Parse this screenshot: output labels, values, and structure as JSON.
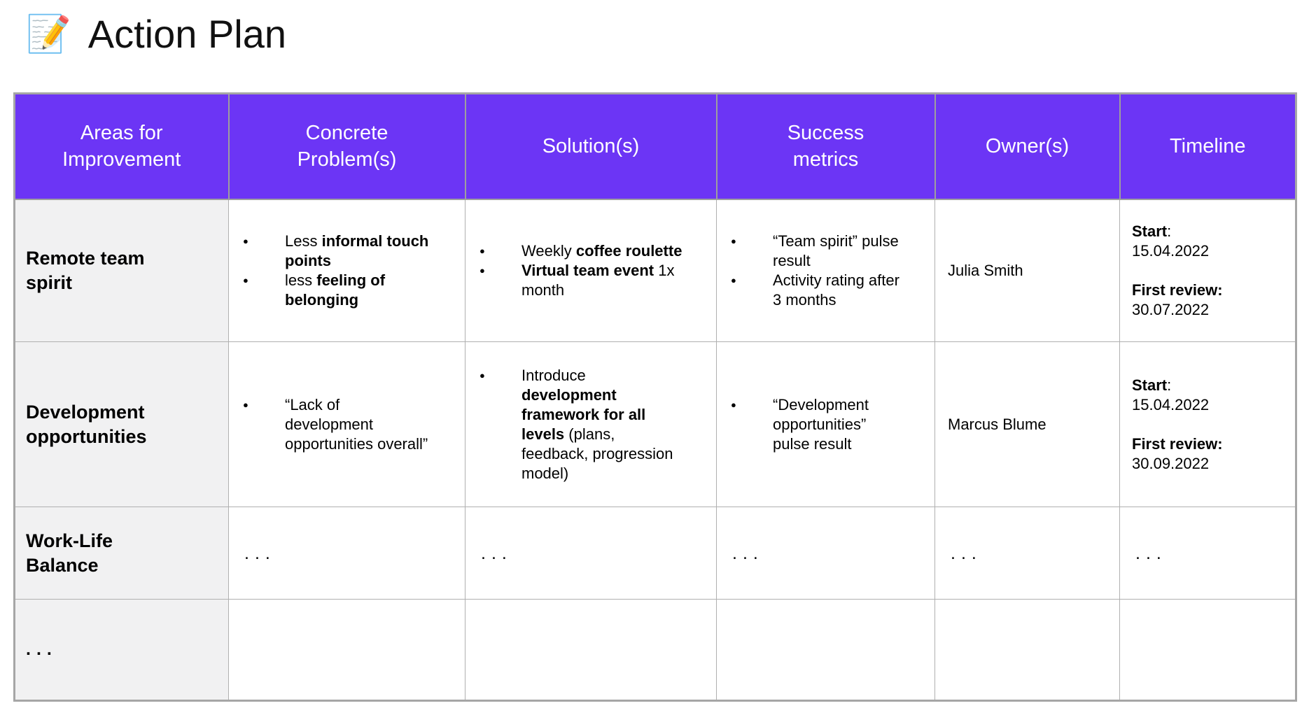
{
  "title": {
    "emoji": "📝",
    "text": "Action Plan"
  },
  "colors": {
    "header_bg": "#6C35F5",
    "header_text": "#FFFFFF",
    "label_bg": "#F1F1F2",
    "border": "#B0B0B0",
    "outer_border": "#A6A6A6",
    "text": "#000000"
  },
  "table": {
    "headers": [
      "Areas for Improvement",
      "Concrete Problem(s)",
      "Solution(s)",
      "Success metrics",
      "Owner(s)",
      "Timeline"
    ],
    "rows": [
      {
        "area": {
          "text": "Remote team spirit"
        },
        "problems": {
          "bullets": [
            [
              {
                "t": "Less ",
                "b": 0
              },
              {
                "t": "informal touch points",
                "b": 1
              }
            ],
            [
              {
                "t": "less ",
                "b": 0
              },
              {
                "t": "feeling of belonging",
                "b": 1
              }
            ]
          ]
        },
        "solutions": {
          "bullets": [
            [
              {
                "t": "Weekly ",
                "b": 0
              },
              {
                "t": "coffee roulette",
                "b": 1
              }
            ],
            [
              {
                "t": "Virtual team event",
                "b": 1
              },
              {
                "t": " 1x month",
                "b": 0
              }
            ]
          ]
        },
        "metrics": {
          "bullets": [
            [
              {
                "t": "“Team spirit” pulse result",
                "b": 0
              }
            ],
            [
              {
                "t": "Activity rating after 3 months",
                "b": 0
              }
            ]
          ]
        },
        "owner": {
          "text": "Julia Smith"
        },
        "timeline": {
          "paragraphs": [
            {
              "lines": [
                [
                  {
                    "t": "Start",
                    "b": 1
                  },
                  {
                    "t": ":",
                    "b": 0
                  }
                ],
                [
                  {
                    "t": "15.04.2022",
                    "b": 0
                  }
                ]
              ]
            },
            {
              "lines": [
                [
                  {
                    "t": "First review:",
                    "b": 1
                  }
                ],
                [
                  {
                    "t": "30.07.2022",
                    "b": 0
                  }
                ]
              ]
            }
          ]
        }
      },
      {
        "area": {
          "text": "Development opportunities"
        },
        "problems": {
          "bullets": [
            [
              {
                "t": "“Lack of development opportunities overall”",
                "b": 0
              }
            ]
          ]
        },
        "solutions": {
          "bullets": [
            [
              {
                "t": "Introduce ",
                "b": 0
              },
              {
                "t": "development framework for all levels",
                "b": 1
              },
              {
                "t": " (plans, feedback, progression model)",
                "b": 0
              }
            ]
          ]
        },
        "metrics": {
          "bullets": [
            [
              {
                "t": "“Development opportunities” pulse result",
                "b": 0
              }
            ]
          ]
        },
        "owner": {
          "text": "Marcus Blume"
        },
        "timeline": {
          "paragraphs": [
            {
              "lines": [
                [
                  {
                    "t": "Start",
                    "b": 1
                  },
                  {
                    "t": ":",
                    "b": 0
                  }
                ],
                [
                  {
                    "t": "15.04.2022",
                    "b": 0
                  }
                ]
              ]
            },
            {
              "lines": [
                [
                  {
                    "t": "First review:",
                    "b": 1
                  }
                ],
                [
                  {
                    "t": "30.09.2022",
                    "b": 0
                  }
                ]
              ]
            }
          ]
        }
      },
      {
        "area": {
          "text": "Work-Life Balance"
        },
        "problems": {
          "dots": "..."
        },
        "solutions": {
          "dots": "..."
        },
        "metrics": {
          "dots": "..."
        },
        "owner": {
          "dots": "..."
        },
        "timeline": {
          "dots": "..."
        }
      },
      {
        "area": {
          "dots": "..."
        },
        "problems": {},
        "solutions": {},
        "metrics": {},
        "owner": {},
        "timeline": {}
      }
    ]
  }
}
